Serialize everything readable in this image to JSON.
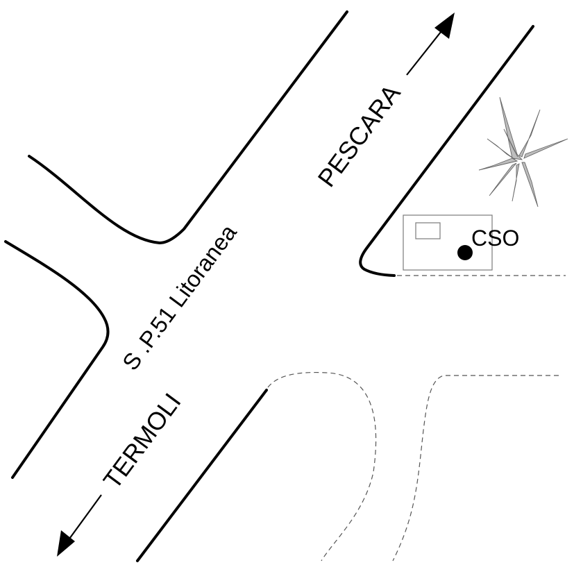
{
  "map": {
    "road_name": "S .P.51 Litoranea",
    "direction_north": "PESCARA",
    "direction_south": "TERMOLI",
    "station_label": "CSO"
  },
  "colors": {
    "road": "#000000",
    "building_outline": "#7a7a7a",
    "tree": "#bdbdbd",
    "dashed_track": "#555555"
  },
  "icons": [
    "station-marker",
    "building",
    "tree",
    "arrow-north-east",
    "arrow-south-west"
  ]
}
